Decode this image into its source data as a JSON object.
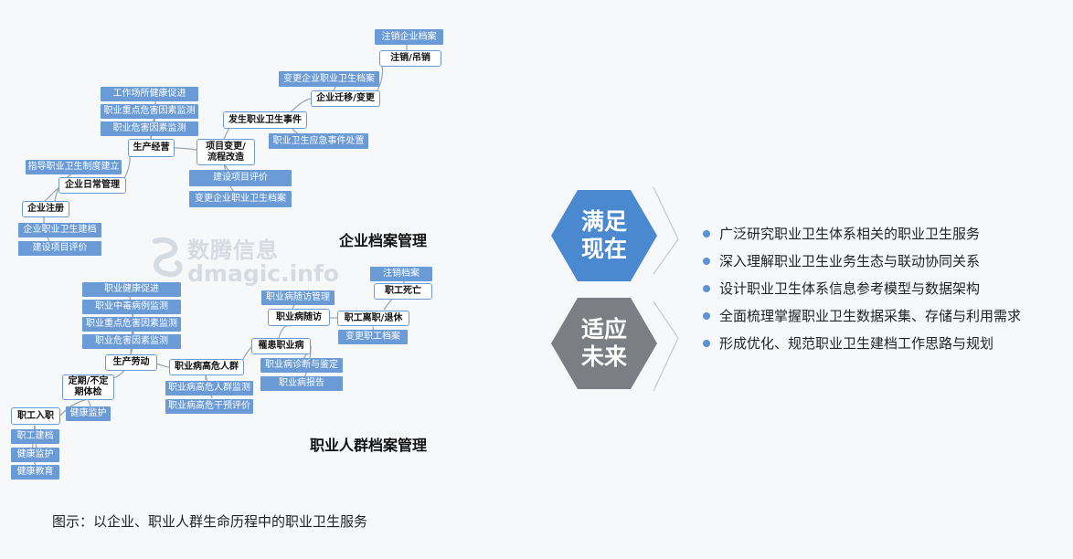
{
  "enterprise": {
    "title": "企业档案管理",
    "nodes": {
      "n_cancel_record": "注销企业档案",
      "n_cancel": "注销/吊销",
      "n_change_record": "变更企业职业卫生档案",
      "n_relocate": "企业迁移/变更",
      "n_health_promo": "工作场所健康促进",
      "n_key_hazard": "职业重点危害因素监测",
      "n_hazard": "职业危害因素监测",
      "n_event": "发生职业卫生事件",
      "n_emergency": "职业卫生应急事件处置",
      "n_production": "生产经营",
      "n_project": "项目变更/\n流程改造",
      "n_system": "指导职业卫生制度建立",
      "n_daily": "企业日常管理",
      "n_build_eval": "建设项目评价",
      "n_change_record2": "变更企业职业卫生档案",
      "n_register": "企业注册",
      "n_create_record": "企业职业卫生建档",
      "n_build_eval2": "建设项目评价"
    }
  },
  "population": {
    "title": "职业人群档案管理",
    "nodes": {
      "p_cancel_record": "注销档案",
      "p_death": "职工死亡",
      "p_followup_mgmt": "职业病随访管理",
      "p_followup": "职业病随访",
      "p_retire": "职工离职/退休",
      "p_change_record": "变更职工档案",
      "p_health_promo": "职业健康促进",
      "p_poison": "职业中毒病例监测",
      "p_key_hazard": "职业重点危害因素监测",
      "p_hazard": "职业危害因素监测",
      "p_disease": "罹患职业病",
      "p_high_risk": "职业病高危人群",
      "p_diagnosis": "职业病诊断与鉴定",
      "p_report": "职业病报告",
      "p_labor": "生产劳动",
      "p_high_monitor": "职业病高危人群监测",
      "p_high_eval": "职业病高危干预评价",
      "p_exam": "定期/不定\n期体检",
      "p_health_monitor": "健康监护",
      "p_entry": "职工入职",
      "p_worker_record": "职工建档",
      "p_health_monitor2": "健康监护",
      "p_health_edu": "健康教育"
    }
  },
  "watermark": {
    "line1": "数腾信息",
    "line2": "dmagic.info"
  },
  "hexagons": {
    "top": "满足\n现在",
    "bottom": "适应\n未来"
  },
  "bullets": [
    "广泛研究职业卫生体系相关的职业卫生服务",
    "深入理解职业卫生业务生态与联动协同关系",
    "设计职业卫生体系信息参考模型与数据架构",
    "全面梳理掌握职业卫生数据采集、存储与利用需求",
    "形成优化、规范职业卫生建档工作思路与规划"
  ],
  "caption": "图示：以企业、职业人群生命历程中的职业卫生服务",
  "colors": {
    "node_blue": "#6b9bd6",
    "hex_blue": "#4a89cf",
    "hex_gray": "#7b7f84",
    "connector": "#9aa4b0"
  }
}
